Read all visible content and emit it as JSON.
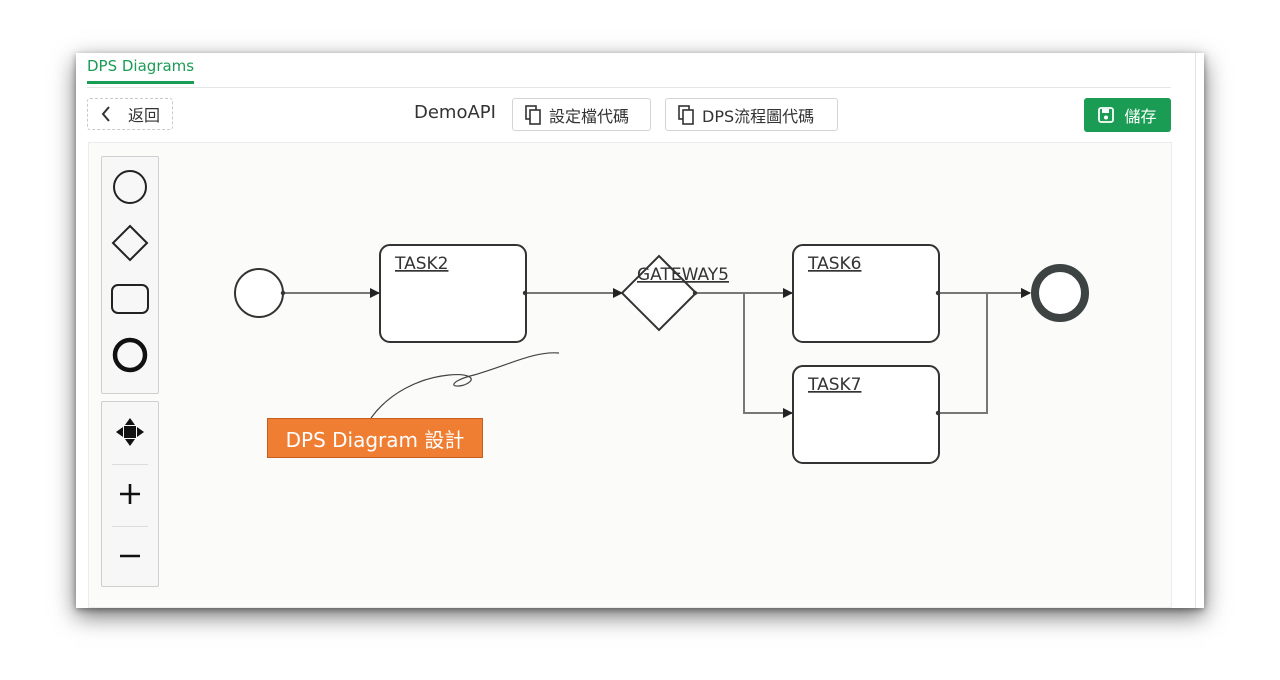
{
  "tab": {
    "label": "DPS Diagrams"
  },
  "toolbar": {
    "back_label": "返回",
    "api_name": "DemoAPI",
    "config_code_label": "設定檔代碼",
    "flow_code_label": "DPS流程圖代碼",
    "save_label": "儲存"
  },
  "palette": [
    "start-event-icon",
    "gateway-icon",
    "task-icon",
    "end-event-icon"
  ],
  "controls": [
    "move-icon",
    "zoom-in-icon",
    "zoom-out-icon"
  ],
  "diagram": {
    "nodes": {
      "task2": "TASK2",
      "gateway5": "GATEWAY5",
      "task6": "TASK6",
      "task7": "TASK7"
    }
  },
  "annotation": {
    "text": "DPS Diagram 設計"
  },
  "colors": {
    "accent": "#1a9c54",
    "annotation": "#ef7d32",
    "stroke": "#333333",
    "edge": "#777777"
  }
}
